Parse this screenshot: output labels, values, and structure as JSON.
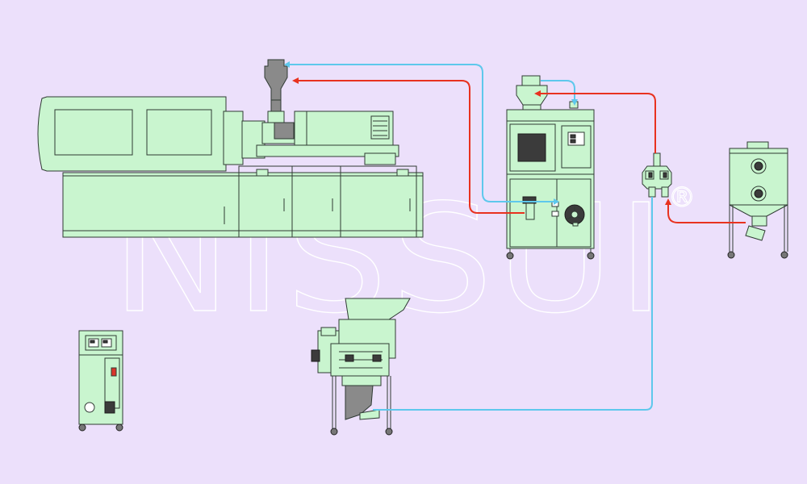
{
  "brand": {
    "watermark_text": "NISSUI",
    "registered_mark": "®"
  },
  "colors": {
    "background": "#ece0fb",
    "equipment_fill": "#c9f5cf",
    "line_blue": "#5ec8ec",
    "line_red": "#e8321f",
    "watermark": "#ffffff"
  },
  "equipment": [
    {
      "id": "injection-molding-machine",
      "icon": "injection-molding-machine-icon"
    },
    {
      "id": "hopper-loader",
      "icon": "hopper-loader-icon"
    },
    {
      "id": "dehumidifying-dryer",
      "icon": "dryer-unit-icon"
    },
    {
      "id": "proportional-valve",
      "icon": "valve-icon"
    },
    {
      "id": "material-tank",
      "icon": "storage-tank-icon"
    },
    {
      "id": "mold-temperature-controller",
      "icon": "control-cabinet-icon"
    },
    {
      "id": "granulator",
      "icon": "granulator-icon"
    }
  ]
}
